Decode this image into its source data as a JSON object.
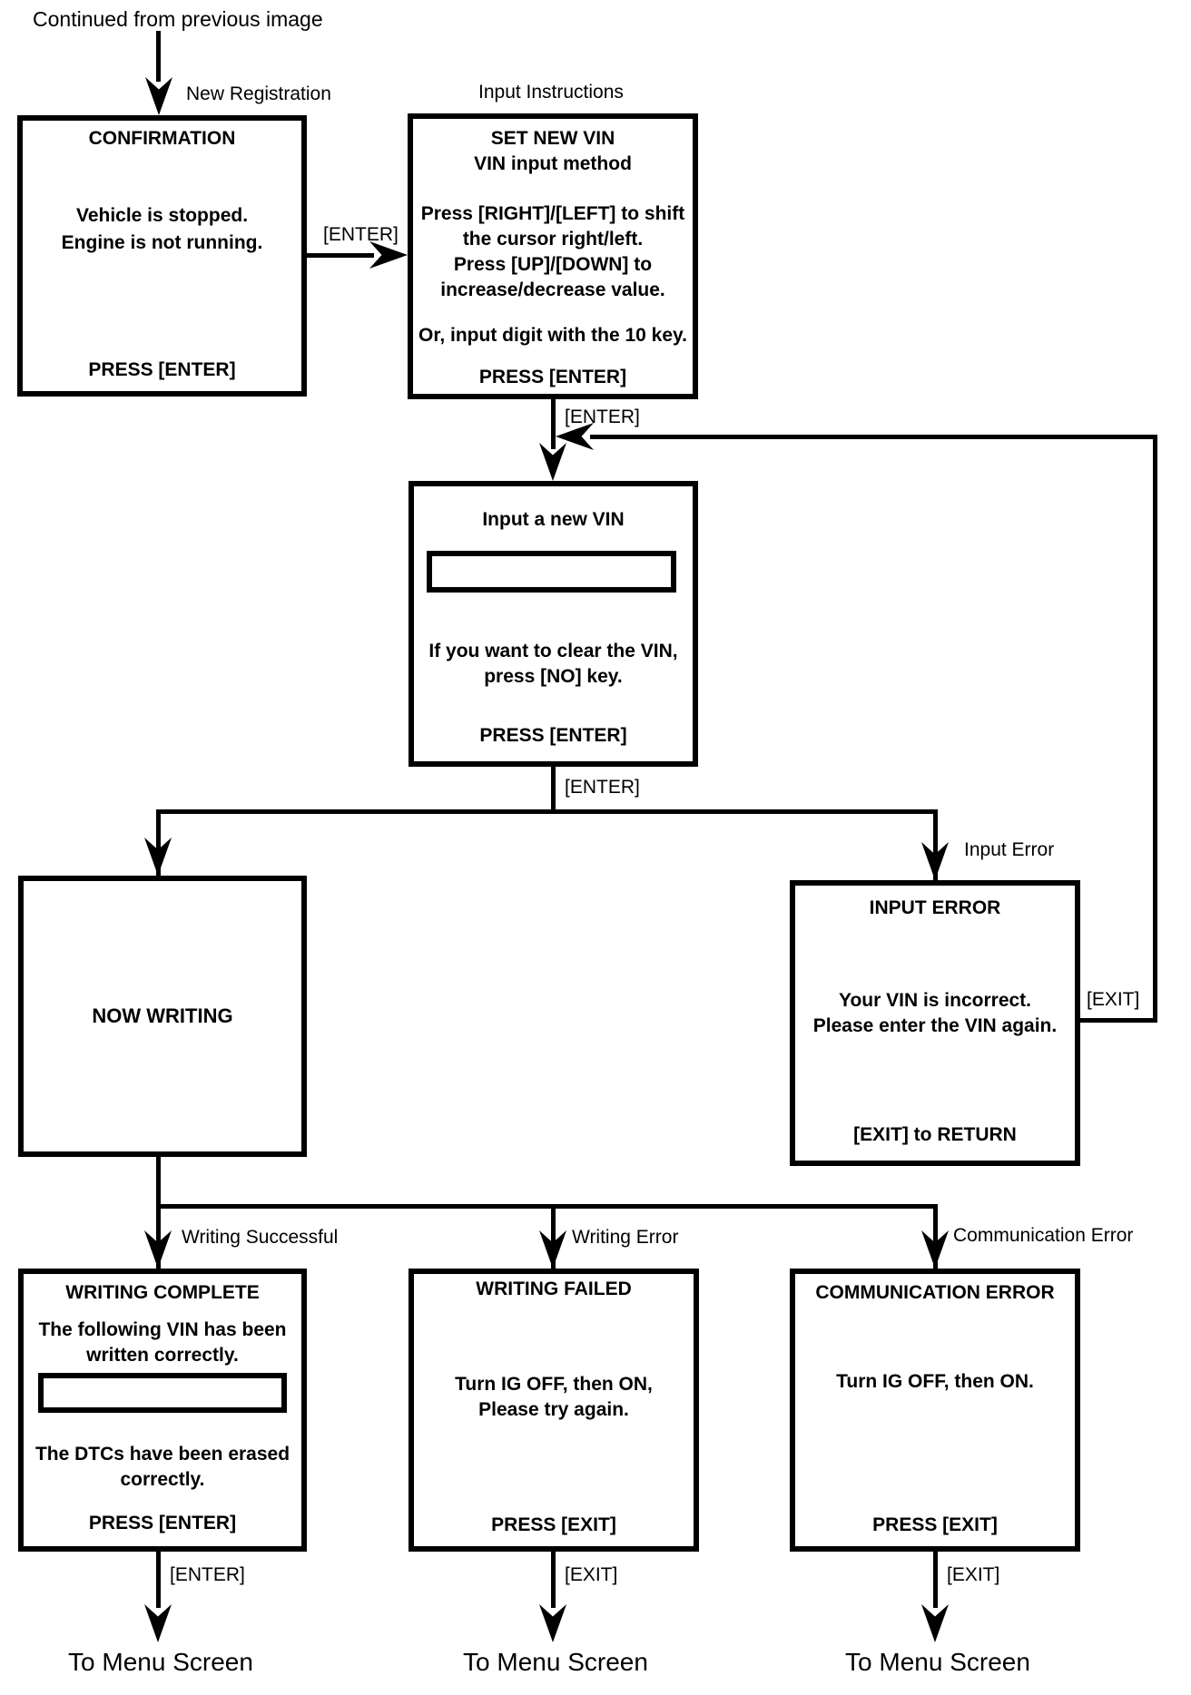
{
  "colors": {
    "ink": "#000000",
    "paper": "#ffffff"
  },
  "header": {
    "continued_from": "Continued from previous image"
  },
  "branch_labels": {
    "new_registration": "New Registration",
    "input_instructions": "Input Instructions",
    "input_error": "Input Error",
    "writing_successful": "Writing Successful",
    "writing_error": "Writing Error",
    "communication_error": "Communication Error"
  },
  "edge_labels": {
    "confirm_to_instructions": "[ENTER]",
    "instructions_to_input": "[ENTER]",
    "input_to_branch": "[ENTER]",
    "input_error_return": "[EXIT]",
    "complete_to_menu": "[ENTER]",
    "failed_to_menu": "[EXIT]",
    "comm_error_to_menu": "[EXIT]"
  },
  "screens": {
    "confirmation": {
      "title": "CONFIRMATION",
      "body": [
        "Vehicle is stopped.",
        "Engine is not running."
      ],
      "footer": "PRESS [ENTER]"
    },
    "set_new_vin": {
      "title": "SET NEW VIN",
      "subtitle": "VIN input method",
      "body": [
        "Press [RIGHT]/[LEFT] to shift",
        "the cursor right/left.",
        "Press [UP]/[DOWN] to",
        "increase/decrease value."
      ],
      "note": "Or, input digit with the 10 key.",
      "footer": "PRESS [ENTER]"
    },
    "input_new_vin": {
      "title": "Input a new VIN",
      "vin_value": "",
      "body": [
        "If you want to clear the VIN,",
        "press [NO] key."
      ],
      "footer": "PRESS [ENTER]"
    },
    "now_writing": {
      "title": "NOW WRITING"
    },
    "input_error": {
      "title": "INPUT ERROR",
      "body": [
        "Your VIN is incorrect.",
        "Please enter the VIN again."
      ],
      "footer": "[EXIT] to RETURN"
    },
    "writing_complete": {
      "title": "WRITING COMPLETE",
      "body": [
        "The following VIN has been",
        "written correctly."
      ],
      "vin_value": "",
      "body2": [
        "The DTCs have been erased",
        "correctly."
      ],
      "footer": "PRESS [ENTER]"
    },
    "writing_failed": {
      "title": "WRITING FAILED",
      "body": [
        "Turn IG OFF, then ON,",
        "Please try again."
      ],
      "footer": "PRESS [EXIT]"
    },
    "communication_error": {
      "title": "COMMUNICATION ERROR",
      "body": [
        "Turn IG OFF, then ON."
      ],
      "footer": "PRESS [EXIT]"
    }
  },
  "exits": {
    "to_menu": [
      "To Menu Screen",
      "To Menu Screen",
      "To Menu Screen"
    ]
  }
}
